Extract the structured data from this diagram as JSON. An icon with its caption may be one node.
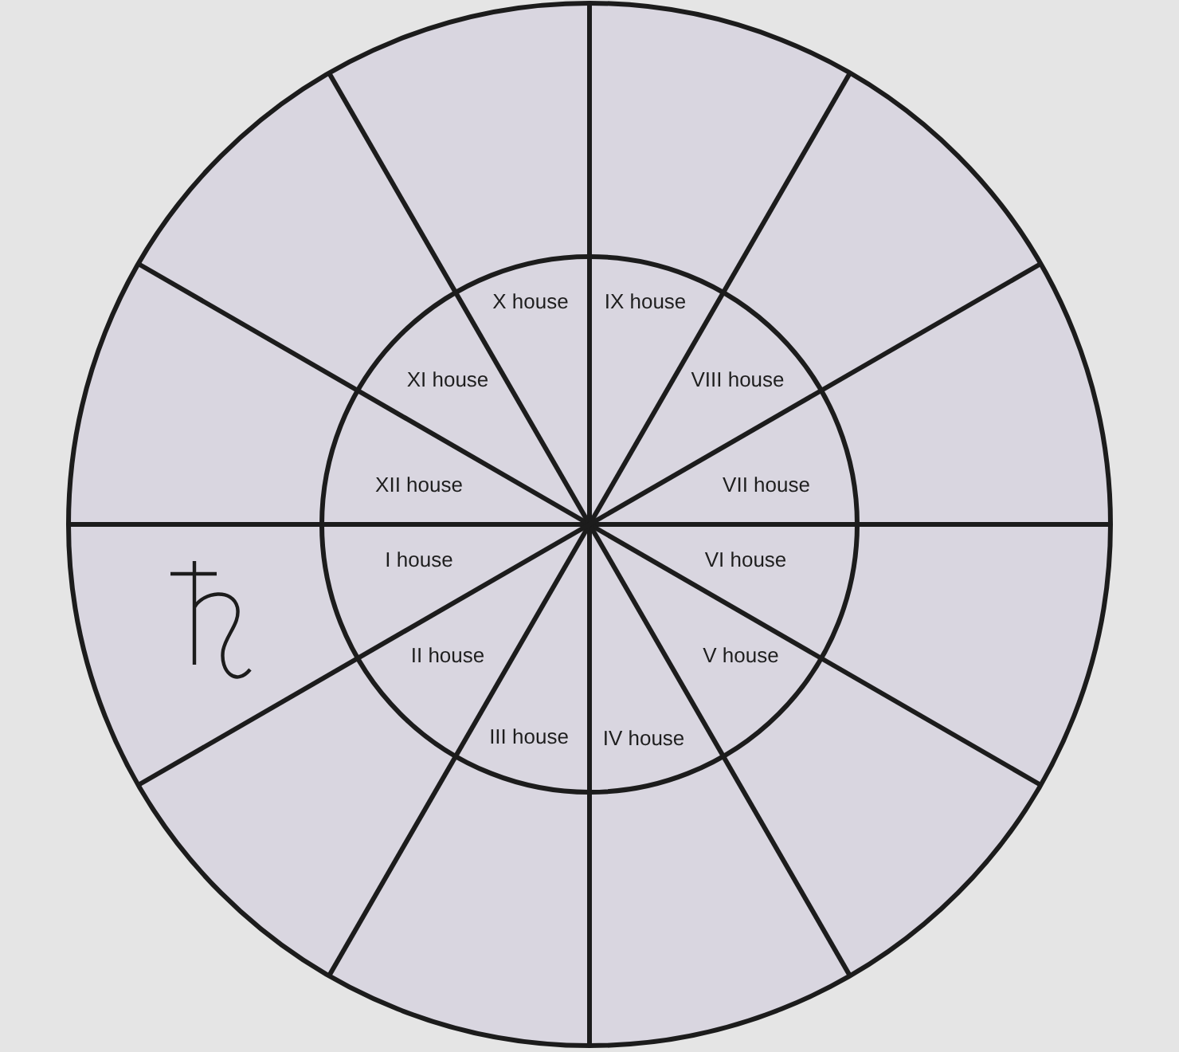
{
  "diagram": {
    "labels": [
      "X house",
      "IX house",
      "XI house",
      "VIII house",
      "XII house",
      "VII house",
      "I house",
      "VI house",
      "II house",
      "V house",
      "III house",
      "IV house"
    ]
  }
}
